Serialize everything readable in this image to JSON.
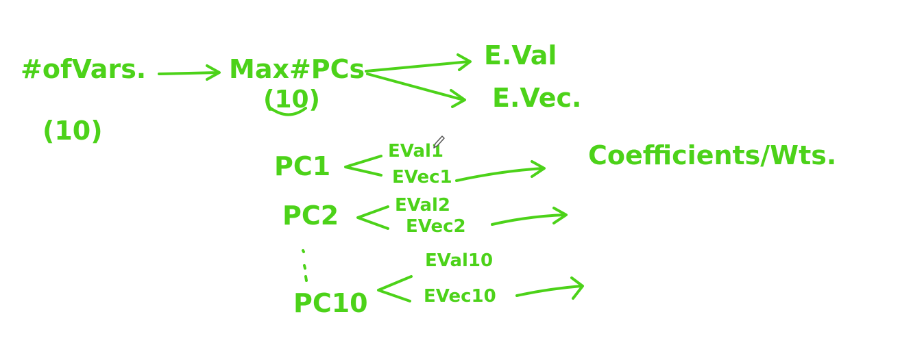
{
  "colors": {
    "ink": "#4cd219",
    "background": "#ffffff"
  },
  "labels": {
    "num_vars": "#ofVars.",
    "num_vars_value": "(10)",
    "max_pcs": "Max#PCs",
    "max_pcs_value": "(10)",
    "eval": "E.Val",
    "evec": "E.Vec.",
    "pc1": "PC1",
    "pc1_eval": "EVal1",
    "pc1_evec": "EVec1",
    "pc2": "PC2",
    "pc2_eval": "EVal2",
    "pc2_evec": "EVec2",
    "pc10": "PC10",
    "pc10_eval": "EVal10",
    "pc10_evec": "EVec10",
    "coefficients": "Coefficients/Wts."
  },
  "icons": {
    "cursor": "pencil-icon"
  }
}
